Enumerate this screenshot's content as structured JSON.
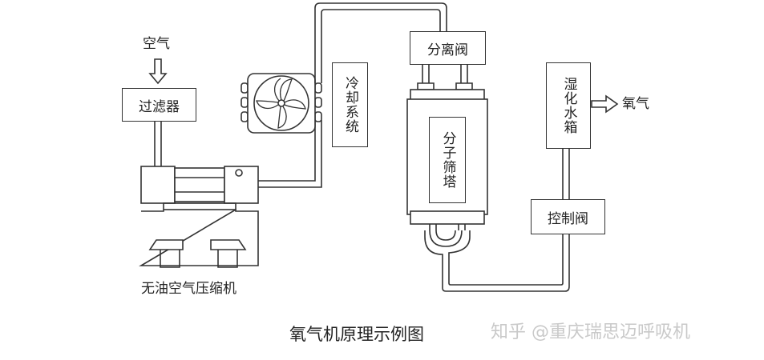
{
  "labels": {
    "air_in": "空气",
    "filter": "过滤器",
    "compressor": "无油空气压缩机",
    "cooling": "冷却系统",
    "separator_valve": "分离阀",
    "sieve_tower": "分子筛塔",
    "humidifier": "湿化水箱",
    "oxygen_out": "氧气",
    "control_valve": "控制阀"
  },
  "caption": "氧气机原理示例图",
  "watermark": "知乎 @重庆瑞思迈呼吸机"
}
